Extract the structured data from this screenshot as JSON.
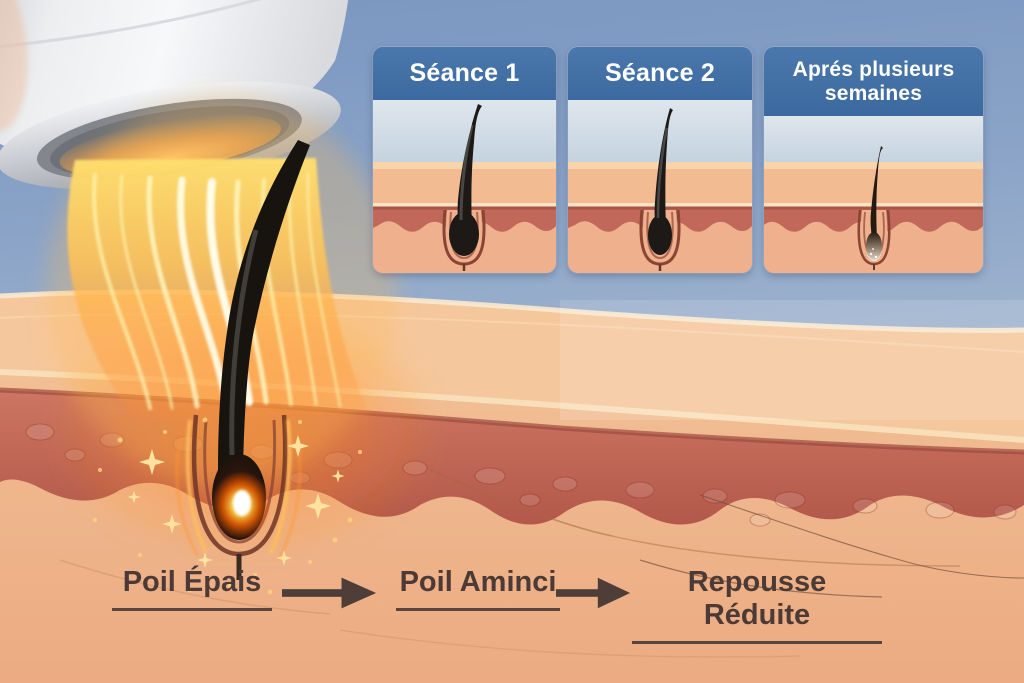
{
  "panels": [
    {
      "label": "Séance 1"
    },
    {
      "label": "Séance 2"
    },
    {
      "label": "Aprés plusieurs semaines"
    }
  ],
  "caption": {
    "step1": "Poil Épais",
    "step2": "Poil Aminci",
    "step3": "Repousse Réduite"
  },
  "colors": {
    "sky_top": "#7a96c0",
    "sky_bottom": "#b9c7da",
    "panel_header_blue": "#3f6da4",
    "panel_header_text": "#ffffff",
    "epidermis": "#f2bb92",
    "dermis_band": "#c1685a",
    "subcutis": "#efb28c",
    "hair": "#1c1917",
    "laser_beam_core": "#ffd84f",
    "follicle_glow": "#ff6a00",
    "caption_text": "#4b3a35",
    "device_body": "#f2f3f5"
  }
}
